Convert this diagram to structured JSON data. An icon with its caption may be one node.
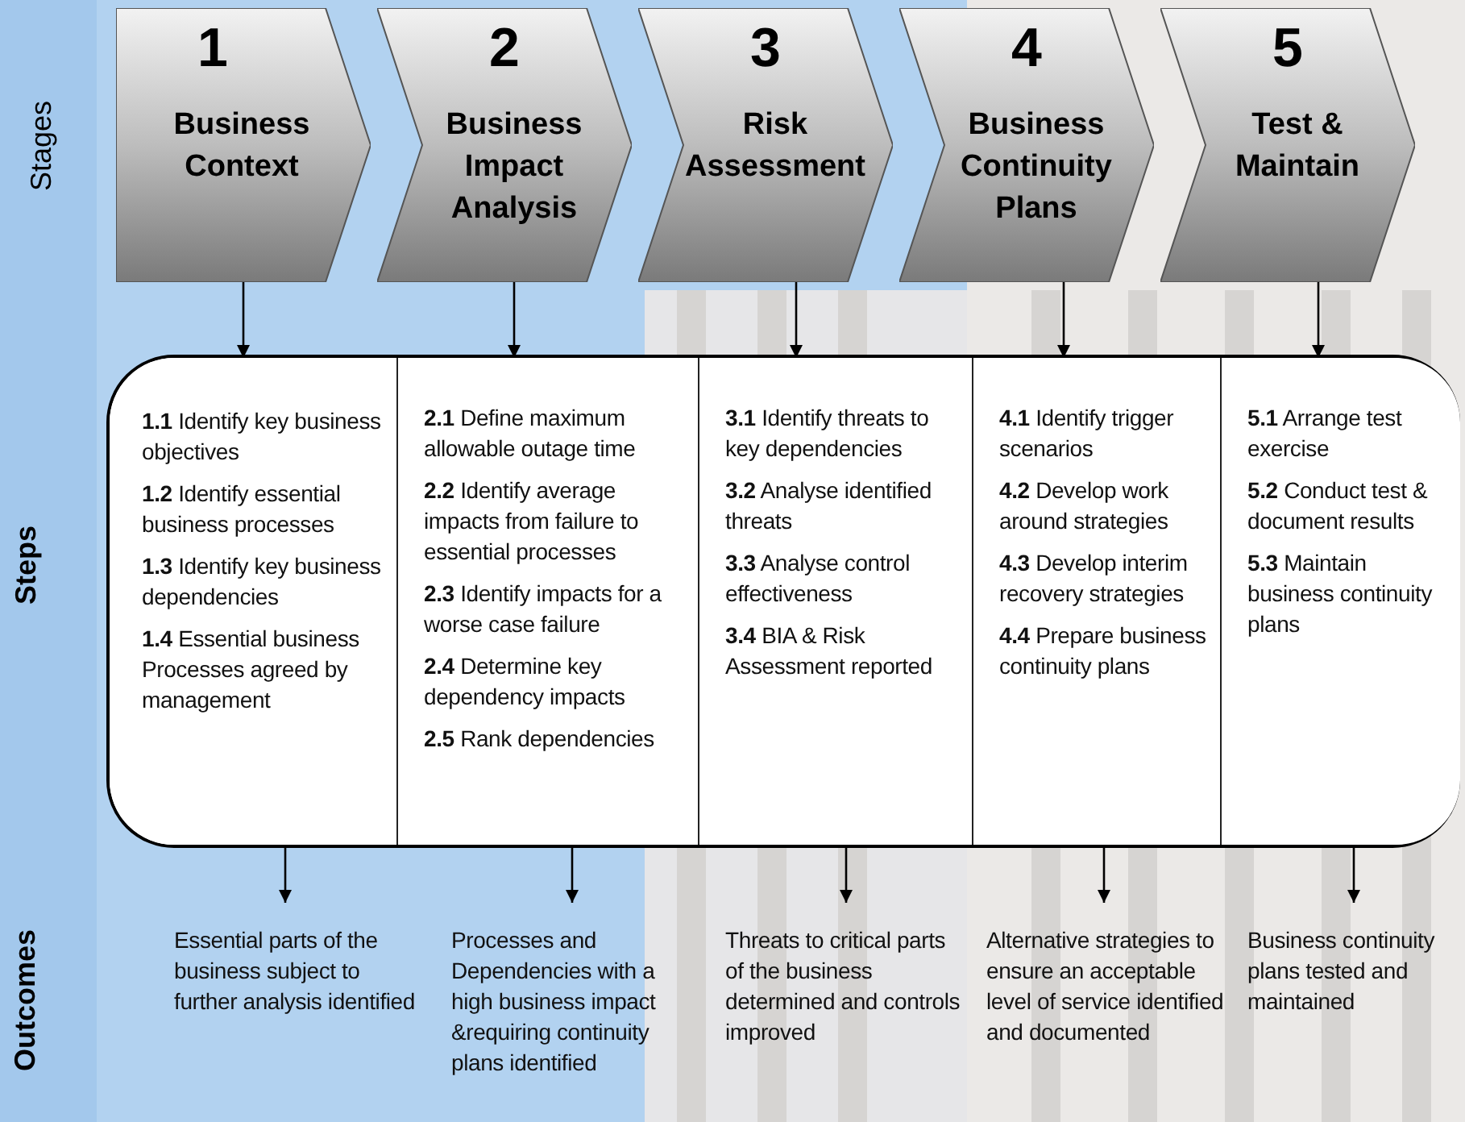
{
  "diagram": {
    "nodes": [
      {
        "text": [
          "1",
          "Business Context"
        ]
      },
      {
        "text": [
          "2",
          "Business Impact Analysis"
        ]
      },
      {
        "text": [
          "3",
          "Risk Assessment"
        ]
      },
      {
        "text": [
          "4",
          "Business Continuity Plans"
        ]
      },
      {
        "text": [
          "5",
          "Test & Maintain"
        ]
      },
      {
        "text": [],
        "shape": "box"
      },
      {
        "text": [
          "**1.1** Identify key business objectives",
          "**1.2** Identify essential business processes",
          "**1.3** Identify key business dependencies",
          "**1.4** Essential business Processes agreed by management"
        ],
        "in": 5
      },
      {
        "text": [
          "**2.1** Define maximum allowable outage time",
          "**2.2** Identify average impacts from failure to essential processes",
          "**2.3** Identify impacts for a worse case failure",
          "**2.4** Determine key dependency impacts",
          "**2.5** Rank dependencies"
        ],
        "in": 5
      },
      {
        "text": [
          "**3.1** Identify threats to key dependencies",
          "**3.2** Analyse identified threats",
          "**3.3** Analyse control effectiveness",
          "**3.4** BIA & Risk Assessment reported"
        ],
        "in": 5
      },
      {
        "text": [
          "**4.1** Identify trigger scenarios",
          "**4.2** Develop work around strategies",
          "**4.3** Develop interim recovery strategies",
          "**4.4** Prepare business continuity plans"
        ],
        "in": 5
      },
      {
        "text": [
          "**5.1** Arrange test exercise",
          "**5.2** Conduct test & document results",
          "**5.3** Maintain business continuity plans"
        ],
        "in": 5
      },
      {
        "text": [
          "Essential parts of the business subject to further analysis identified"
        ]
      },
      {
        "text": [
          "Processes and Dependencies with a high business impact &requiring continuity plans identified"
        ]
      },
      {
        "text": [
          "Threats to critical parts of the business determined and controls improved"
        ]
      },
      {
        "text": [
          "Alternative strategies to ensure an acceptable level of service identified and documented"
        ]
      },
      {
        "text": [
          "Business continuity plans tested and maintained"
        ]
      }
    ],
    "edges": [
      {
        "from": 0,
        "to": 6,
        "arrow": "to"
      },
      {
        "from": 1,
        "to": 7,
        "arrow": "to"
      },
      {
        "from": 2,
        "to": 8,
        "arrow": "to"
      },
      {
        "from": 3,
        "to": 9,
        "arrow": "to"
      },
      {
        "from": 4,
        "to": 10,
        "arrow": "to"
      },
      {
        "from": 6,
        "to": 11,
        "arrow": "to"
      },
      {
        "from": 7,
        "to": 12,
        "arrow": "to"
      },
      {
        "from": 8,
        "to": 13,
        "arrow": "to"
      },
      {
        "from": 9,
        "to": 14,
        "arrow": "to"
      },
      {
        "from": 10,
        "to": 15,
        "arrow": "to"
      }
    ],
    "labels": [
      "Stages",
      "Steps",
      "Outcomes"
    ]
  }
}
